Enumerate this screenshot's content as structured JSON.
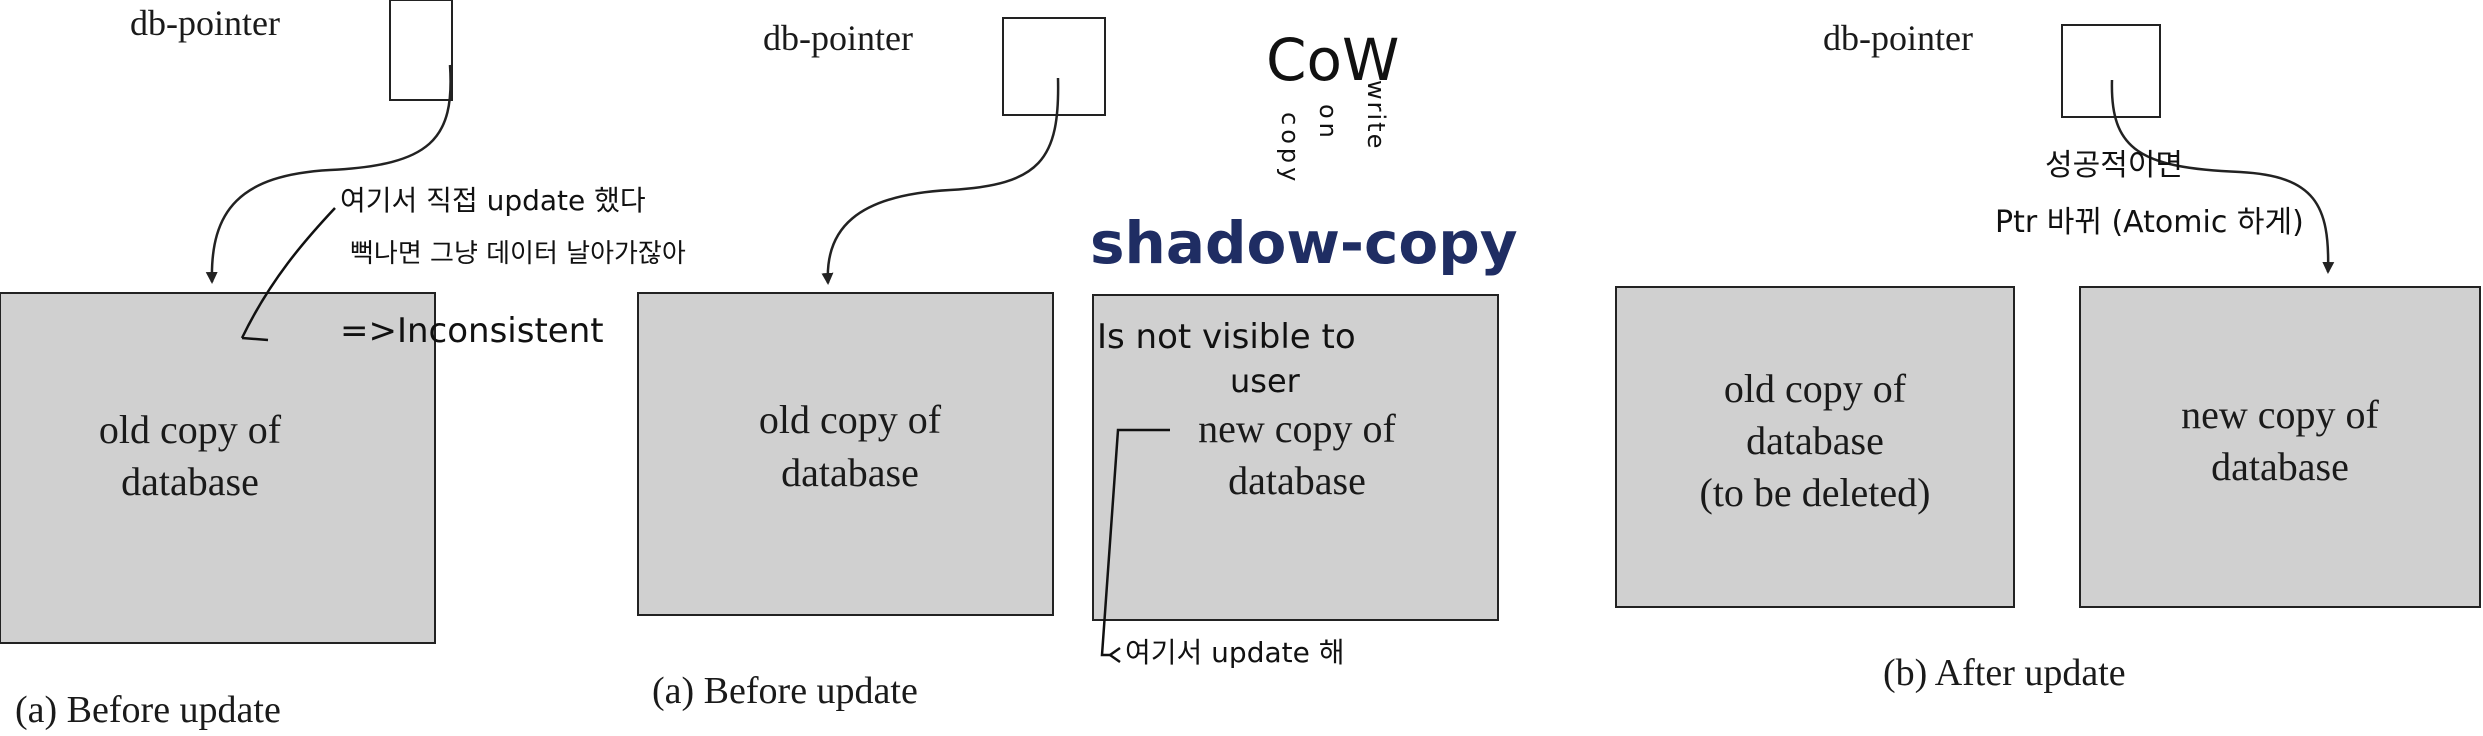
{
  "colors": {
    "box_fill": "#d0d0d0",
    "stroke": "#222222",
    "accent": "#1f2d63"
  },
  "panel_1": {
    "pointer_label": "db-pointer",
    "box_label_line1": "old copy of",
    "box_label_line2": "database",
    "caption": "(a) Before update",
    "note_line1": "여기서 직접 update 했다",
    "note_line2": "뻑나면 그냥 데이터 날아가잖아",
    "note_line3": "=>Inconsistent"
  },
  "panel_2": {
    "pointer_label": "db-pointer",
    "old_box_line1": "old copy of",
    "old_box_line2": "database",
    "new_box_line1": "new copy of",
    "new_box_line2": "database",
    "caption": "(a) Before update",
    "cow_big": "CoW",
    "cow_copy": "copy",
    "cow_on": "on",
    "cow_write": "write",
    "shadow_title": "shadow-copy",
    "note_visible_line1": "Is not visible to",
    "note_visible_line2": "user",
    "note_update": "여기서 update 해"
  },
  "panel_3": {
    "pointer_label": "db-pointer",
    "old_box_line1": "old copy of",
    "old_box_line2": "database",
    "old_box_line3": "(to be deleted)",
    "new_box_line1": "new copy of",
    "new_box_line2": "database",
    "caption": "(b) After update",
    "note_line1": "성공적이면",
    "note_line2": "Ptr 바뀌 (Atomic 하게)"
  }
}
